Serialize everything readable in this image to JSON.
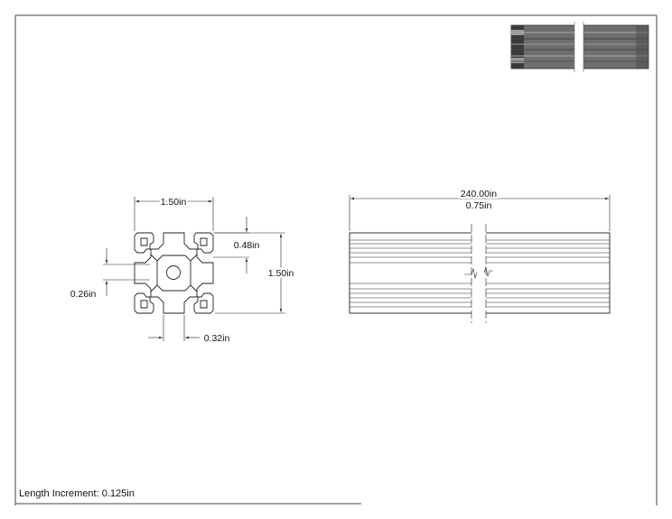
{
  "dimensions": {
    "profile_width": "1.50in",
    "profile_height": "1.50in",
    "slot_depth": "0.48in",
    "center_offset": "0.26in",
    "slot_width": "0.32in",
    "length": "240.00in",
    "depth": "0.75in"
  },
  "notes": {
    "length_increment": "Length Increment: 0.125in"
  }
}
